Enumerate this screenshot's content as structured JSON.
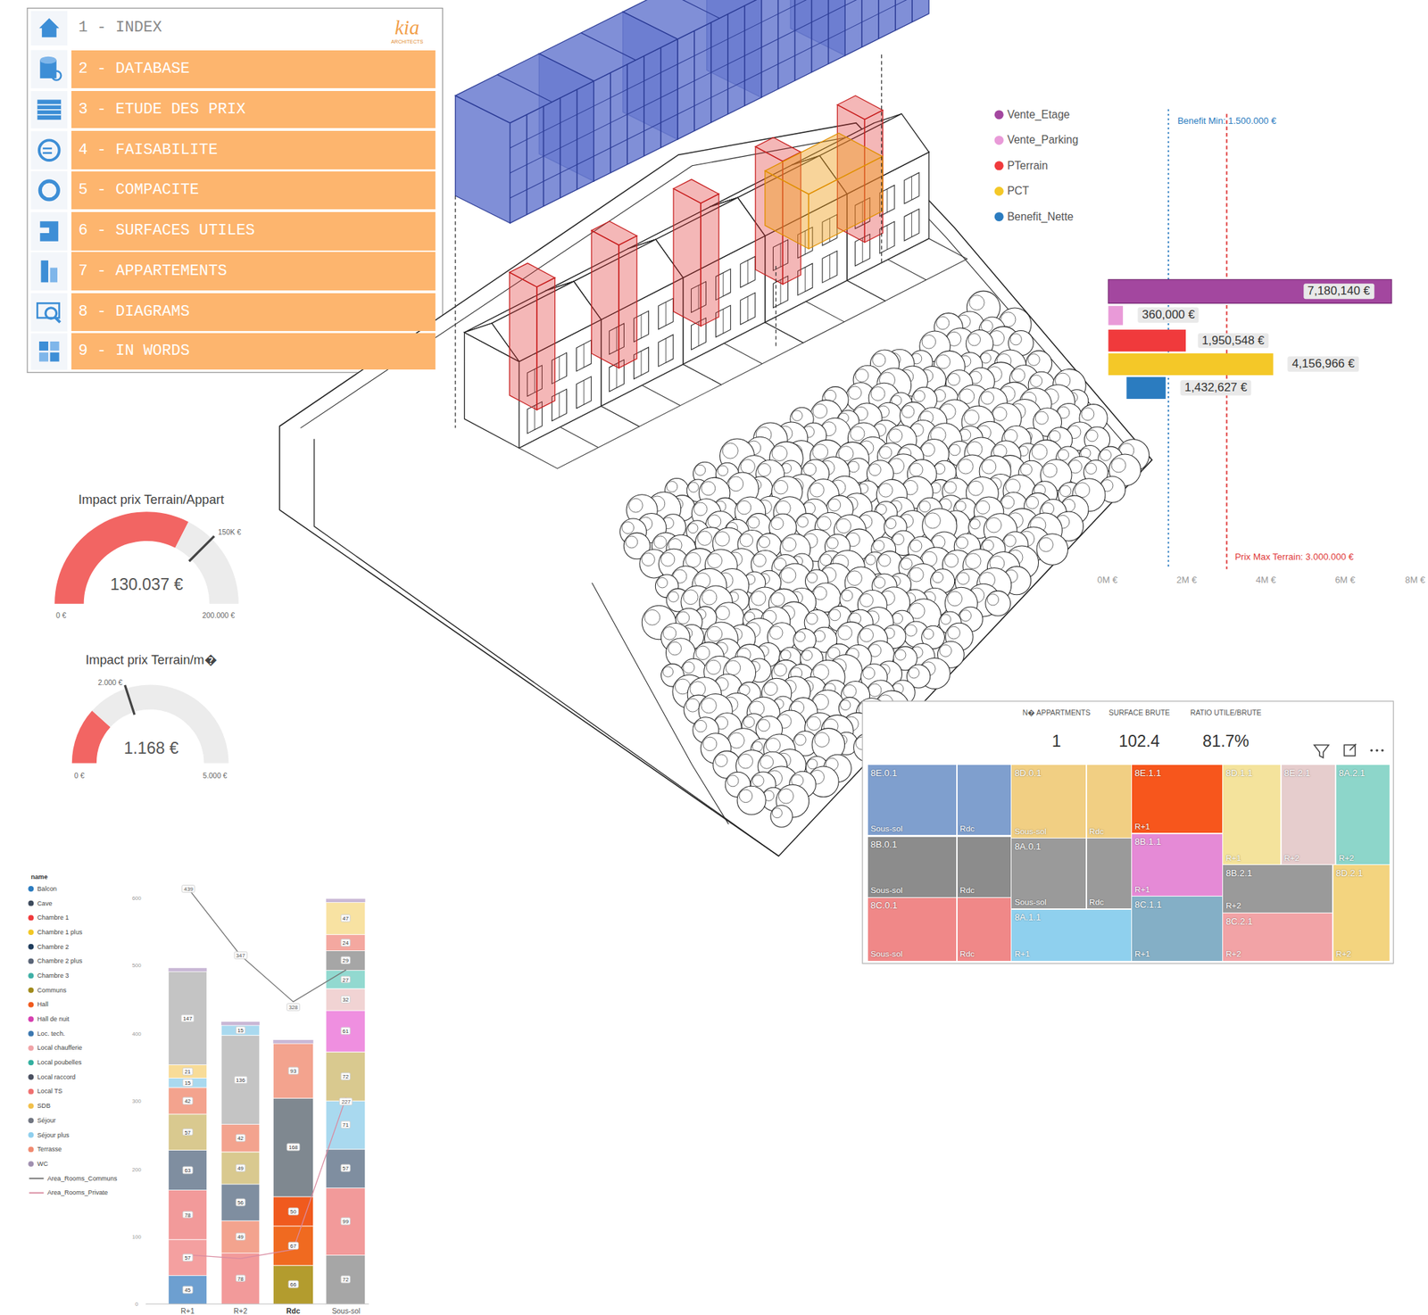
{
  "diagram": {
    "nodes": [
      {
        "text": [
          "1 - INDEX"
        ]
      },
      {
        "text": [
          "2 - DATABASE"
        ]
      },
      {
        "text": [
          "3 - ETUDE DES PRIX"
        ]
      },
      {
        "text": [
          "4 - FAISABILITE"
        ]
      },
      {
        "text": [
          "5 - COMPACITE"
        ]
      },
      {
        "text": [
          "6 - SURFACES UTILES"
        ]
      },
      {
        "text": [
          "7 - APPARTEMENTS"
        ]
      },
      {
        "text": [
          "8 - DIAGRAMS"
        ]
      },
      {
        "text": [
          "9 - IN WORDS"
        ]
      },
      {
        "text": [
          "N� APPARTMENTS",
          "SURFACE BRUTE",
          "RATIO UTILE/BRUTE",
          "1",
          "102.4",
          "81.7%"
        ]
      },
      {
        "text": [
          "8E.0.1",
          "Sous-sol",
          "Rdc"
        ],
        "in": 9
      },
      {
        "text": [
          "8B.0.1",
          "Sous-sol",
          "Rdc"
        ],
        "in": 9
      },
      {
        "text": [
          "8C.0.1",
          "Sous-sol",
          "Rdc"
        ],
        "in": 9
      },
      {
        "text": [
          "8D.0.1",
          "Sous-sol",
          "Rdc"
        ],
        "in": 9
      },
      {
        "text": [
          "8A.0.1",
          "Sous-sol",
          "Rdc"
        ],
        "in": 9
      },
      {
        "text": [
          "8A.1.1",
          "R+1"
        ],
        "in": 9
      },
      {
        "text": [
          "8E.1.1",
          "R+1"
        ],
        "in": 9
      },
      {
        "text": [
          "8B.1.1",
          "R+1"
        ],
        "in": 9
      },
      {
        "text": [
          "8C.1.1",
          "R+1"
        ],
        "in": 9
      },
      {
        "text": [
          "8D.1.1",
          "R+1"
        ],
        "in": 9
      },
      {
        "text": [
          "8E.2.1",
          "R+2"
        ],
        "in": 9
      },
      {
        "text": [
          "8A.2.1",
          "R+2"
        ],
        "in": 9
      },
      {
        "text": [
          "8B.2.1",
          "R+2"
        ],
        "in": 9
      },
      {
        "text": [
          "8C.2.1",
          "R+2"
        ],
        "in": 9
      },
      {
        "text": [
          "8D.2.1",
          "R+2"
        ],
        "in": 9
      }
    ],
    "labels": [
      "kia",
      "ARCHITECTS",
      "7,180,140 €",
      "360,000 €",
      "1,950,548 €",
      "4,156,966 €",
      "1,432,627 €",
      "Benefit Min: 1.500.000 €",
      "Prix Max Terrain: 3.000.000 €",
      "0M €",
      "2M €",
      "4M €",
      "6M €",
      "8M €",
      "Impact prix Terrain/Appart",
      "130.037 €",
      "0 €",
      "200.000 €",
      "150K €",
      "Impact prix Terrain/m�",
      "1.168 €",
      "0 €",
      "5.000 €",
      "2.000 €",
      "name",
      "600",
      "500",
      "400",
      "300",
      "200",
      "100",
      "0",
      "R+1",
      "R+2",
      "Rdc",
      "Sous-sol",
      "439",
      "347",
      "328",
      "227",
      "45",
      "57",
      "78",
      "63",
      "57",
      "42",
      "15",
      "21",
      "147",
      "78",
      "49",
      "56",
      "49",
      "42",
      "136",
      "15",
      "66",
      "67",
      "50",
      "168",
      "93",
      "72",
      "99",
      "57",
      "71",
      "72",
      "61",
      "32",
      "27",
      "29",
      "24",
      "47"
    ],
    "legend": [
      {
        "text": "Vente_Etage",
        "color": "#a3479f"
      },
      {
        "text": "Vente_Parking",
        "color": "#e99ad8"
      },
      {
        "text": "PTerrain",
        "color": "#f03a3c"
      },
      {
        "text": "PCT",
        "color": "#f4c828"
      },
      {
        "text": "Benefit_Nette",
        "color": "#2b7cc0"
      },
      {
        "text": "Balcon",
        "color": "#2b7bbf"
      },
      {
        "text": "Cave",
        "color": "#3d4a5c"
      },
      {
        "text": "Chambre 1",
        "color": "#f0393b"
      },
      {
        "text": "Chambre 1 plus",
        "color": "#f2c824"
      },
      {
        "text": "Chambre 2",
        "color": "#1f3c5c"
      },
      {
        "text": "Chambre 2 plus",
        "color": "#5a6577"
      },
      {
        "text": "Chambre 3",
        "color": "#3fb0a6"
      },
      {
        "text": "Communs",
        "color": "#a08a1a"
      },
      {
        "text": "Hall",
        "color": "#f05a1e"
      },
      {
        "text": "Hall de nuit",
        "color": "#d63fb0"
      },
      {
        "text": "Loc. tech.",
        "color": "#3b77b0"
      },
      {
        "text": "Local chaufferie",
        "color": "#f1a4a8"
      },
      {
        "text": "Local poubelles",
        "color": "#33b0a0"
      },
      {
        "text": "Local raccord",
        "color": "#4a5060"
      },
      {
        "text": "Local TS",
        "color": "#f07070"
      },
      {
        "text": "SDB",
        "color": "#f2c04a"
      },
      {
        "text": "Séjour",
        "color": "#707580"
      },
      {
        "text": "Séjour plus",
        "color": "#8fcfee"
      },
      {
        "text": "Terrasse",
        "color": "#f08a70"
      },
      {
        "text": "WC",
        "color": "#a090b0"
      },
      {
        "text": "Area_Rooms_Communs"
      },
      {
        "text": "Area_Rooms_Private"
      }
    ]
  }
}
